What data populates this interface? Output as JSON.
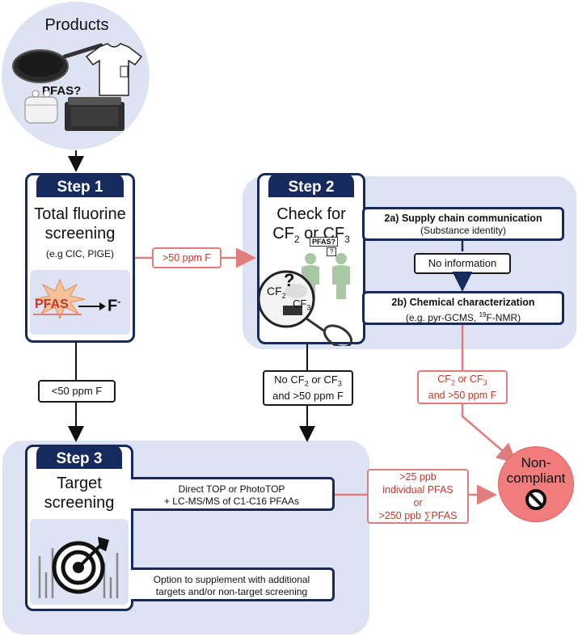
{
  "products": {
    "title": "Products",
    "pfas_question": "PFAS?"
  },
  "step1": {
    "head": "Step 1",
    "title_line1": "Total fluorine",
    "title_line2": "screening",
    "methods": "(e.g CIC, PIGE)",
    "pfas_label": "PFAS",
    "fluoride": "F",
    "fluoride_charge": "-"
  },
  "step2": {
    "head": "Step 2",
    "title_line1": "Check for",
    "cf2": "CF",
    "cf2_sub": "2",
    "or": " or ",
    "cf3": "CF",
    "cf3_sub": "3",
    "speech_pfas": "PFAS?",
    "speech_q": "?",
    "magnifier_cf2": "CF",
    "magnifier_cf2_sub": "2",
    "magnifier_q": "?",
    "magnifier_cf3": "CF",
    "magnifier_cf3_sub": "3"
  },
  "step2a": {
    "title": "2a) Supply chain communication",
    "sub": "(Substance identity)"
  },
  "no_information": "No information",
  "step2b": {
    "title": "2b) Chemical characterization",
    "sub_prefix": "(e.g. pyr-GCMS, ",
    "sub_sup": "19",
    "sub_suffix": "F-NMR)"
  },
  "arrows": {
    "gt50": ">50 ppm F",
    "lt50": "<50 ppm F",
    "no_cf_line1": "No CF",
    "no_cf_sub1": "2",
    "no_cf_or": " or CF",
    "no_cf_sub2": "3",
    "no_cf_line2": "and >50 ppm F",
    "cf_line1": "CF",
    "cf_sub1": "2",
    "cf_or": " or CF",
    "cf_sub2": "3",
    "cf_line2": "and >50 ppm F",
    "ppb_line1": ">25 ppb",
    "ppb_line2": "individual PFAS",
    "ppb_line3": "or",
    "ppb_line4": ">250 ppb  ∑PFAS"
  },
  "step3": {
    "head": "Step 3",
    "title_line1": "Target",
    "title_line2": "screening",
    "top_line1": "Direct TOP or PhotoTOP",
    "top_line2": "+ LC-MS/MS of C1-C16 PFAAs",
    "option_line1": "Option to supplement with additional",
    "option_line2": "targets and/or non-target screening"
  },
  "noncompliant": {
    "line1": "Non-",
    "line2": "compliant"
  },
  "colors": {
    "navy": "#172a5e",
    "panel": "#dde3f2",
    "red": "#e07d7d",
    "red_fill": "#f07c7c",
    "red_text": "#c0392b"
  },
  "icons": [
    "frying-pan-icon",
    "tshirt-icon",
    "earbuds-icon",
    "speaker-icon",
    "explosion-icon",
    "people-icon",
    "magnifier-icon",
    "target-icon",
    "prohibited-icon"
  ]
}
